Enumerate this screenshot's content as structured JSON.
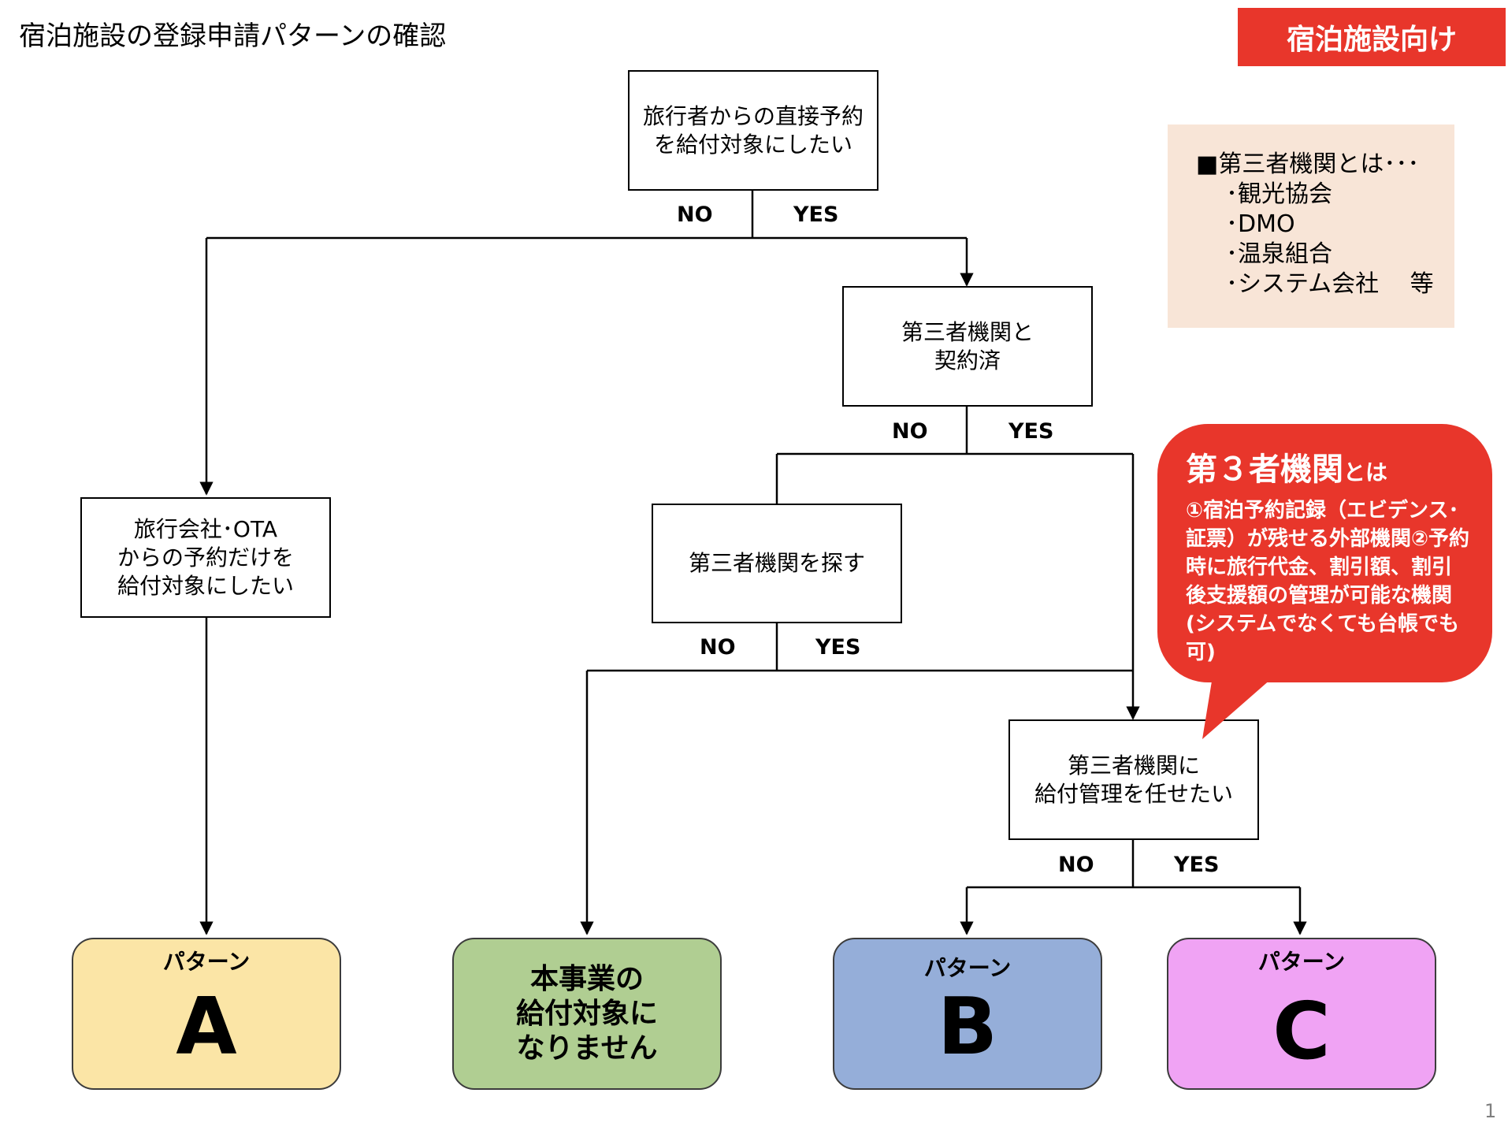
{
  "header": {
    "title": "宿泊施設の登録申請パターンの確認",
    "tag": "宿泊施設向け"
  },
  "nodes": {
    "q1": "旅行者からの直接予約\nを給付対象にしたい",
    "q2": "第三者機関と\n契約済",
    "q3": "第三者機関を探す",
    "q4": "第三者機関に\n給付管理を任せたい",
    "ota": "旅行会社･OTA\nからの予約だけを\n給付対象にしたい"
  },
  "branch": {
    "no": "NO",
    "yes": "YES"
  },
  "results": {
    "a": {
      "label": "パターン",
      "letter": "A"
    },
    "none": {
      "text": "本事業の\n給付対象に\nなりません"
    },
    "b": {
      "label": "パターン",
      "letter": "B"
    },
    "c": {
      "label": "パターン",
      "letter": "C"
    }
  },
  "definition": {
    "heading": "■第三者機関とは･･･",
    "items": [
      "･観光協会",
      "･DMO",
      "･温泉組合",
      "･システム会社　 等"
    ]
  },
  "callout": {
    "title_main": "第３者機関",
    "title_suffix": "とは",
    "body": "①宿泊予約記録（エビデンス･証票）が残せる外部機関②予約時に旅行代金、割引額、割引後支援額の管理が可能な機関(システムでなくても台帳でも可)"
  },
  "page_number": "1",
  "colors": {
    "accent_red": "#e8362b",
    "pattern_a": "#fbe5a6",
    "not_eligible": "#b0ce92",
    "pattern_b": "#95aed9",
    "pattern_c": "#f0a3f4",
    "definition_bg": "#f8e5d7"
  }
}
